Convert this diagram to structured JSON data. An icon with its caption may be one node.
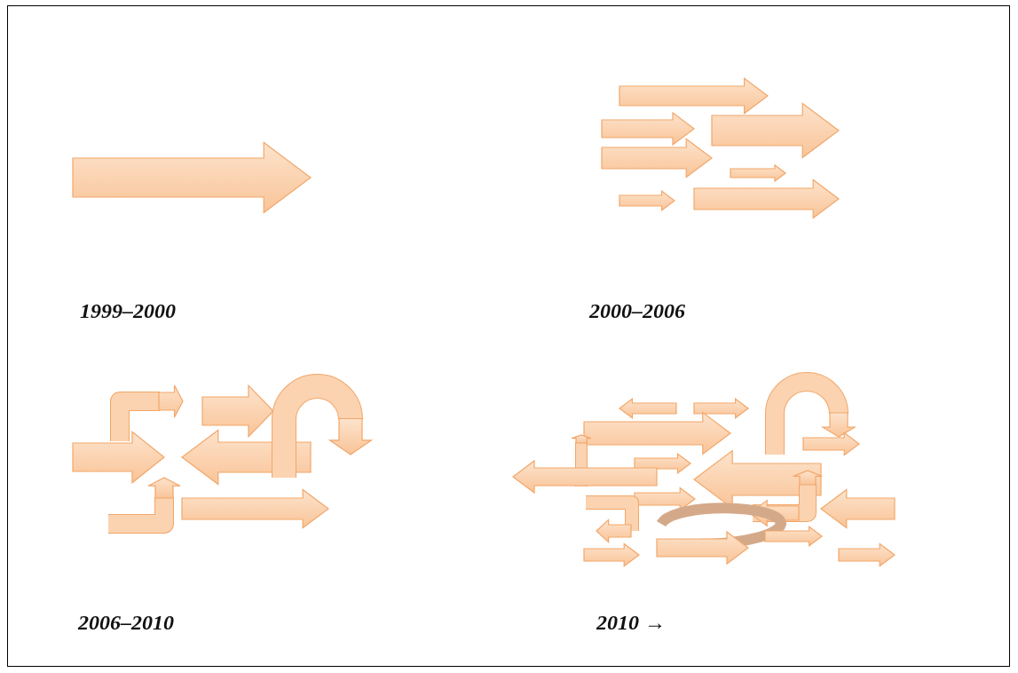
{
  "diagram": {
    "labels": [
      "1999–2000",
      "2000–2006",
      "2006–2010",
      "2010 →"
    ]
  }
}
